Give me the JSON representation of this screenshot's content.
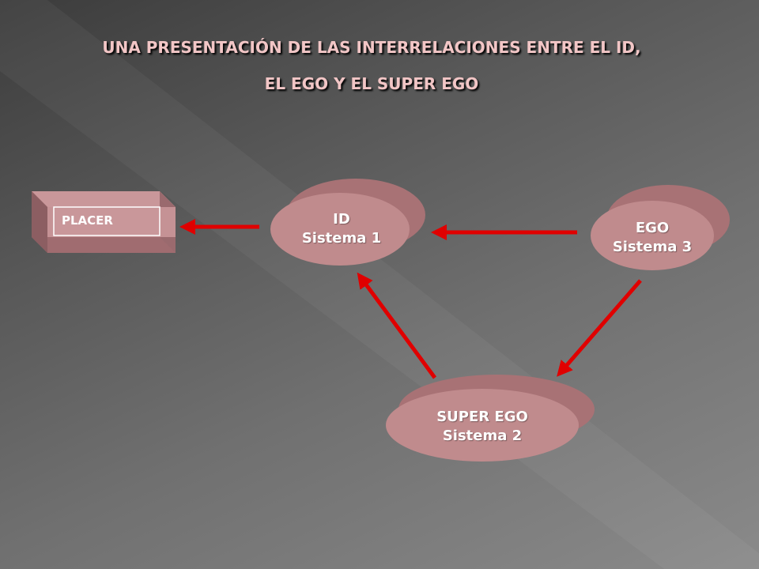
{
  "title": {
    "line1": "UNA PRESENTACIÓN DE LAS INTERRELACIONES ENTRE EL ID,",
    "line2": "EL EGO Y EL SUPER EGO"
  },
  "placer": {
    "label": "PLACER"
  },
  "nodes": {
    "id": {
      "name": "ID",
      "system": "Sistema 1"
    },
    "ego": {
      "name": "EGO",
      "system": "Sistema 3"
    },
    "superego": {
      "name": "SUPER EGO",
      "system": "Sistema 2"
    }
  },
  "colors": {
    "arrow": "#e00000",
    "node_front": "#c08b8d",
    "node_back": "#a87275",
    "placer_box": "#b98589",
    "title_text": "#f2c6c6"
  }
}
